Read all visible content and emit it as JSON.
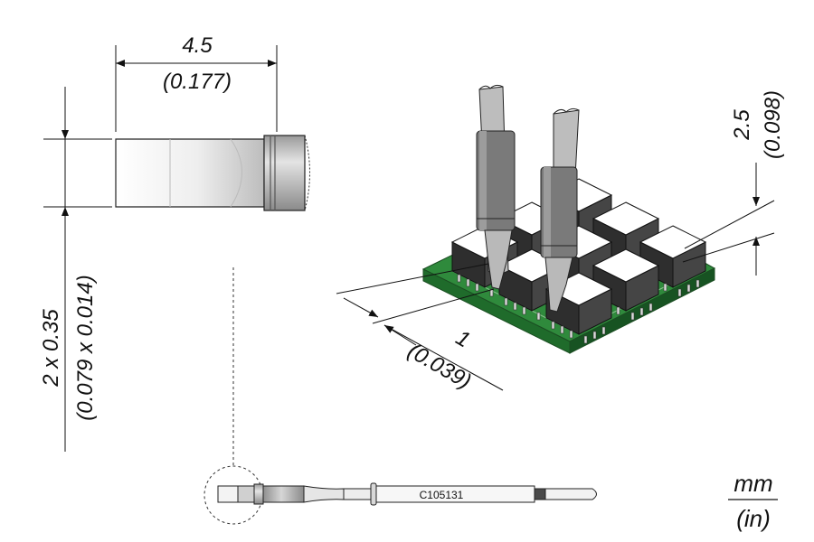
{
  "dimensions": {
    "width": {
      "mm": "4.5",
      "in": "(0.177)"
    },
    "height": {
      "mm": "2 x 0.35",
      "in": "(0.079 x 0.014)"
    },
    "pitch": {
      "mm": "1",
      "in": "(0.039)"
    },
    "depth": {
      "mm": "2.5",
      "in": "(0.098)"
    }
  },
  "part_number": "C105131",
  "units": {
    "primary": "mm",
    "secondary": "(in)"
  },
  "colors": {
    "pcb": "#2f8a3c",
    "component_body": "#3b3b3b",
    "component_top": "#ffffff",
    "tip_metal": "#c9c9c9",
    "tip_dark": "#555555"
  }
}
